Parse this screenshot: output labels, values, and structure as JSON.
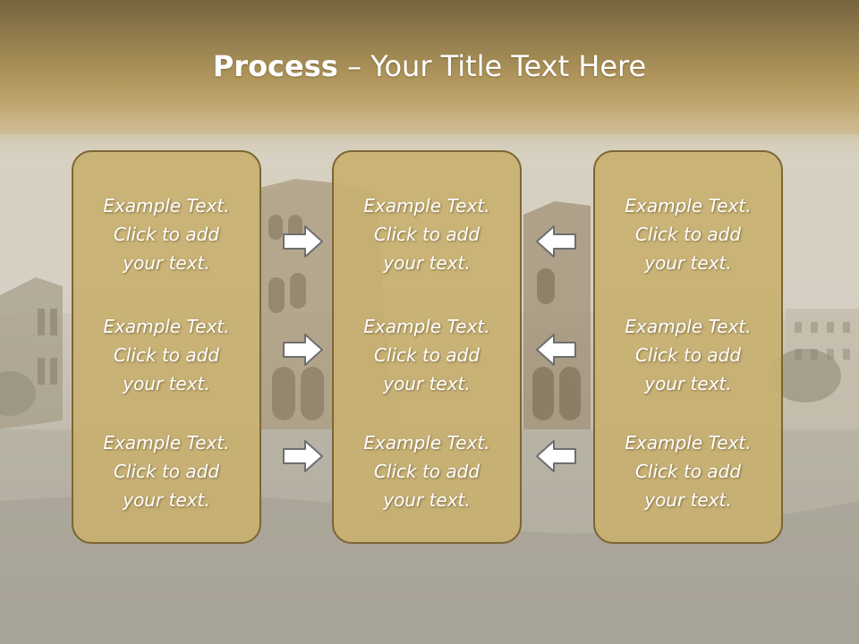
{
  "title": {
    "bold": "Process",
    "rest": " – Your Title Text Here"
  },
  "columns": [
    {
      "items": [
        {
          "lines": [
            "Example Text.",
            "Click  to add",
            "your text."
          ]
        },
        {
          "lines": [
            "Example Text.",
            "Click  to add",
            "your text."
          ]
        },
        {
          "lines": [
            "Example Text.",
            "Click  to add",
            "your text."
          ]
        }
      ]
    },
    {
      "items": [
        {
          "lines": [
            "Example Text.",
            "Click  to add",
            "your text."
          ]
        },
        {
          "lines": [
            "Example Text.",
            "Click  to add",
            "your text."
          ]
        },
        {
          "lines": [
            "Example Text.",
            "Click  to add",
            "your text."
          ]
        }
      ]
    },
    {
      "items": [
        {
          "lines": [
            "Example Text.",
            "Click  to add",
            "your text."
          ]
        },
        {
          "lines": [
            "Example Text.",
            "Click  to add",
            "your text."
          ]
        },
        {
          "lines": [
            "Example Text.",
            "Click  to add",
            "your text."
          ]
        }
      ]
    }
  ],
  "arrows": {
    "left_group": [
      "arrow-right-icon",
      "arrow-right-icon",
      "arrow-right-icon"
    ],
    "right_group": [
      "arrow-left-icon",
      "arrow-left-icon",
      "arrow-left-icon"
    ]
  },
  "colors": {
    "box_fill": "#c8b070",
    "box_border": "#7d6535",
    "arrow_fill": "#ffffff",
    "arrow_stroke": "#6e6e6e",
    "title_text": "#ffffff"
  }
}
